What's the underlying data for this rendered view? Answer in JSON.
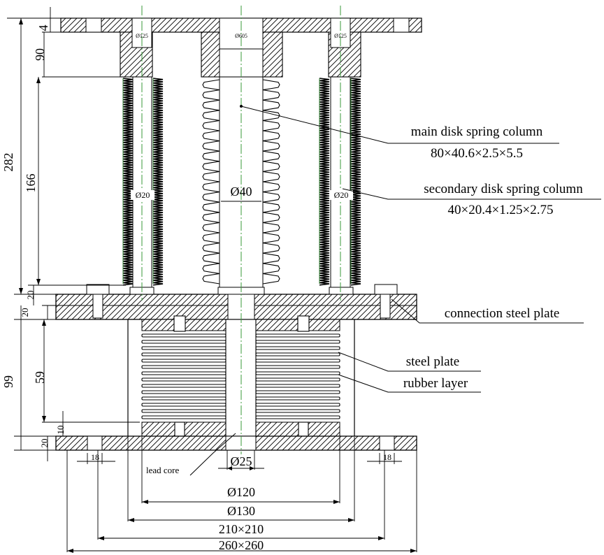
{
  "dimensions": {
    "top_flange": "4",
    "flange_depth": "90",
    "total_upper": "282",
    "spring_length": "166",
    "plate_upper_a": "20",
    "plate_upper_b": "20",
    "lower_total": "99",
    "bearing_height": "59",
    "end_plate": "10",
    "bottom_plate": "20",
    "hole_left": "18",
    "hole_right": "18",
    "lead_dia": "Ø25",
    "d120": "Ø120",
    "d130": "Ø130",
    "w210": "210×210",
    "w260": "260×260",
    "small_left": "Ø125",
    "small_mid": "Ø605",
    "small_right": "Ø125",
    "dia_left": "Ø20",
    "dia_mid": "Ø40",
    "dia_right": "Ø20"
  },
  "labels": {
    "main_spring": "main disk spring column",
    "main_spring_spec": "80×40.6×2.5×5.5",
    "secondary_spring": "secondary disk spring column",
    "secondary_spring_spec": "40×20.4×1.25×2.75",
    "connection_plate": "connection steel  plate",
    "steel_plate": "steel plate",
    "rubber_layer": "rubber layer",
    "lead_core": "lead core"
  },
  "colors": {
    "line": "#000000",
    "centerline": "#3a9a3a",
    "background": "#ffffff"
  }
}
